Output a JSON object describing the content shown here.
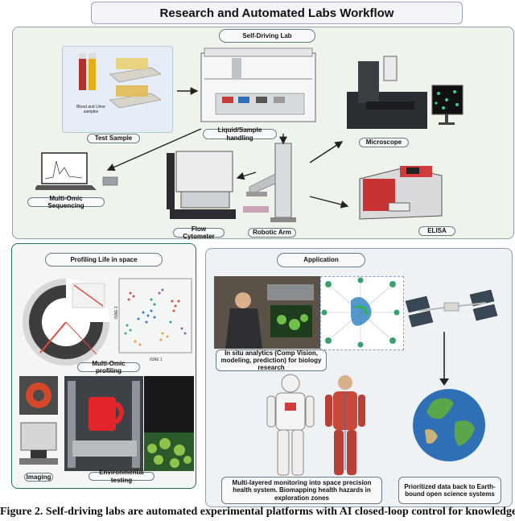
{
  "title": "Research and Automated Labs Workflow",
  "top_panel": {
    "heading": "Self-Driving Lab",
    "test_sample": "Test Sample",
    "sample_tube_label": "Blood and Urine samples",
    "liquid_handling": "Liquid/Sample handling",
    "microscope": "Microscope",
    "sequencing": "Multi-Omic Sequencing",
    "flow_cytometer": "Flow Cytometer",
    "robotic_arm": "Robotic Arm",
    "elisa": "ELISA"
  },
  "left_panel": {
    "heading": "Profiling Life in space",
    "multi_omic": "Multi-Omic profiling",
    "imaging": "Imaging",
    "environmental": "Environmental testing",
    "tsne_xlabel": "tSNE 1",
    "tsne_ylabel": "tSNE 2"
  },
  "right_panel": {
    "heading": "Application",
    "in_situ": "In situ analytics (Comp Vision, modeling, prediction) for biology research",
    "monitoring": "Multi-layered monitoring into space precision health system. Biomapping health hazards in exploration zones",
    "prioritized": "Prioritized data back to Earth-bound open science systems"
  },
  "caption": "Figure 2. Self-driving labs are automated experimental platforms with AI closed-loop control for knowledge",
  "colors": {
    "panel_bg_top": "#eef3ec",
    "panel_bg_left": "#f4f6f6",
    "panel_bg_right": "#eef2f5",
    "accent_red": "#d33a3a",
    "accent_blue": "#2f6fb5"
  }
}
